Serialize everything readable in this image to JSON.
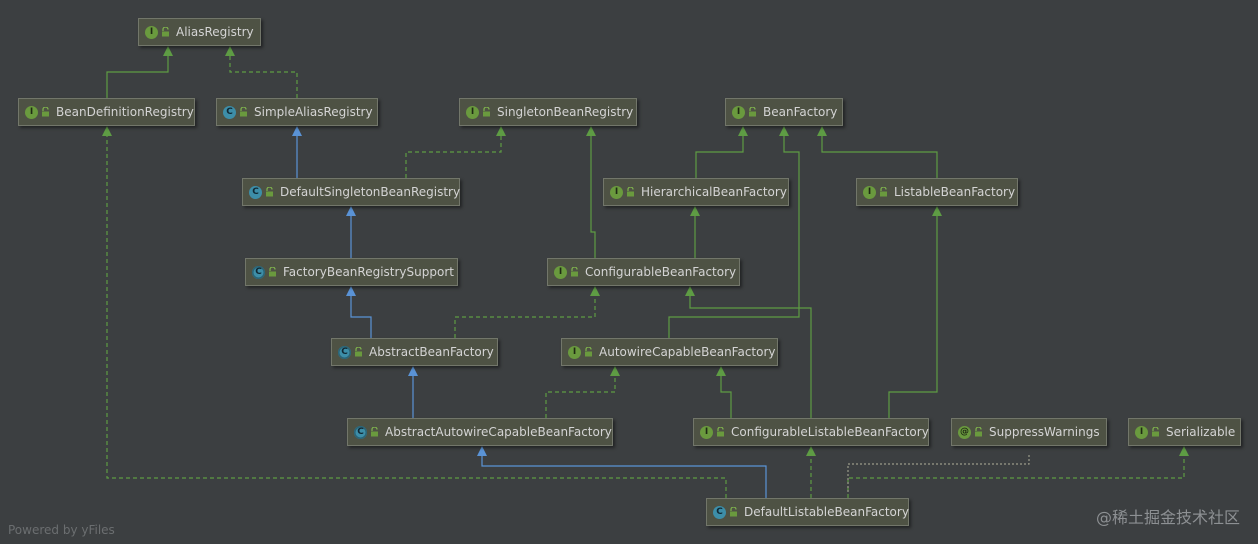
{
  "nodes": [
    {
      "id": "AliasRegistry",
      "label": "AliasRegistry",
      "kind": "interface",
      "kind_glyph": "I"
    },
    {
      "id": "BeanDefinitionRegistry",
      "label": "BeanDefinitionRegistry",
      "kind": "interface",
      "kind_glyph": "I"
    },
    {
      "id": "SimpleAliasRegistry",
      "label": "SimpleAliasRegistry",
      "kind": "class",
      "kind_glyph": "C"
    },
    {
      "id": "SingletonBeanRegistry",
      "label": "SingletonBeanRegistry",
      "kind": "interface",
      "kind_glyph": "I"
    },
    {
      "id": "BeanFactory",
      "label": "BeanFactory",
      "kind": "interface",
      "kind_glyph": "I"
    },
    {
      "id": "DefaultSingletonBeanRegistry",
      "label": "DefaultSingletonBeanRegistry",
      "kind": "class",
      "kind_glyph": "C"
    },
    {
      "id": "HierarchicalBeanFactory",
      "label": "HierarchicalBeanFactory",
      "kind": "interface",
      "kind_glyph": "I"
    },
    {
      "id": "ListableBeanFactory",
      "label": "ListableBeanFactory",
      "kind": "interface",
      "kind_glyph": "I"
    },
    {
      "id": "FactoryBeanRegistrySupport",
      "label": "FactoryBeanRegistrySupport",
      "kind": "abstract",
      "kind_glyph": "C"
    },
    {
      "id": "ConfigurableBeanFactory",
      "label": "ConfigurableBeanFactory",
      "kind": "interface",
      "kind_glyph": "I"
    },
    {
      "id": "AbstractBeanFactory",
      "label": "AbstractBeanFactory",
      "kind": "abstract",
      "kind_glyph": "C"
    },
    {
      "id": "AutowireCapableBeanFactory",
      "label": "AutowireCapableBeanFactory",
      "kind": "interface",
      "kind_glyph": "I"
    },
    {
      "id": "AbstractAutowireCapableBeanFactory",
      "label": "AbstractAutowireCapableBeanFactory",
      "kind": "abstract",
      "kind_glyph": "C"
    },
    {
      "id": "ConfigurableListableBeanFactory",
      "label": "ConfigurableListableBeanFactory",
      "kind": "interface",
      "kind_glyph": "I"
    },
    {
      "id": "SuppressWarnings",
      "label": "SuppressWarnings",
      "kind": "annotation",
      "kind_glyph": "@"
    },
    {
      "id": "Serializable",
      "label": "Serializable",
      "kind": "interface",
      "kind_glyph": "I"
    },
    {
      "id": "DefaultListableBeanFactory",
      "label": "DefaultListableBeanFactory",
      "kind": "class",
      "kind_glyph": "C"
    }
  ],
  "edges": [
    {
      "from": "BeanDefinitionRegistry",
      "to": "AliasRegistry",
      "type": "extends-interface"
    },
    {
      "from": "SimpleAliasRegistry",
      "to": "AliasRegistry",
      "type": "implements"
    },
    {
      "from": "DefaultSingletonBeanRegistry",
      "to": "SimpleAliasRegistry",
      "type": "extends-class"
    },
    {
      "from": "DefaultSingletonBeanRegistry",
      "to": "SingletonBeanRegistry",
      "type": "implements"
    },
    {
      "from": "FactoryBeanRegistrySupport",
      "to": "DefaultSingletonBeanRegistry",
      "type": "extends-class"
    },
    {
      "from": "AbstractBeanFactory",
      "to": "FactoryBeanRegistrySupport",
      "type": "extends-class"
    },
    {
      "from": "AbstractBeanFactory",
      "to": "ConfigurableBeanFactory",
      "type": "implements"
    },
    {
      "from": "HierarchicalBeanFactory",
      "to": "BeanFactory",
      "type": "extends-interface"
    },
    {
      "from": "ListableBeanFactory",
      "to": "BeanFactory",
      "type": "extends-interface"
    },
    {
      "from": "ConfigurableBeanFactory",
      "to": "HierarchicalBeanFactory",
      "type": "extends-interface"
    },
    {
      "from": "ConfigurableBeanFactory",
      "to": "SingletonBeanRegistry",
      "type": "extends-interface"
    },
    {
      "from": "AutowireCapableBeanFactory",
      "to": "BeanFactory",
      "type": "extends-interface"
    },
    {
      "from": "AbstractAutowireCapableBeanFactory",
      "to": "AbstractBeanFactory",
      "type": "extends-class"
    },
    {
      "from": "AbstractAutowireCapableBeanFactory",
      "to": "AutowireCapableBeanFactory",
      "type": "implements"
    },
    {
      "from": "ConfigurableListableBeanFactory",
      "to": "AutowireCapableBeanFactory",
      "type": "extends-interface"
    },
    {
      "from": "ConfigurableListableBeanFactory",
      "to": "ConfigurableBeanFactory",
      "type": "extends-interface"
    },
    {
      "from": "ConfigurableListableBeanFactory",
      "to": "ListableBeanFactory",
      "type": "extends-interface"
    },
    {
      "from": "DefaultListableBeanFactory",
      "to": "AbstractAutowireCapableBeanFactory",
      "type": "extends-class"
    },
    {
      "from": "DefaultListableBeanFactory",
      "to": "ConfigurableListableBeanFactory",
      "type": "implements"
    },
    {
      "from": "DefaultListableBeanFactory",
      "to": "BeanDefinitionRegistry",
      "type": "implements"
    },
    {
      "from": "DefaultListableBeanFactory",
      "to": "Serializable",
      "type": "implements"
    },
    {
      "from": "DefaultListableBeanFactory",
      "to": "SuppressWarnings",
      "type": "annotated"
    }
  ],
  "colors": {
    "background": "#3c3f41",
    "extends_class": "#5a93d6",
    "extends_interface": "#5e9c44",
    "annotation_link": "#9a9a8a",
    "node_fill": "#4e5244",
    "node_border": "#72766a",
    "node_text": "#d4d4d4"
  },
  "footer": {
    "powered_by": "Powered by yFiles",
    "watermark": "@稀土掘金技术社区"
  }
}
